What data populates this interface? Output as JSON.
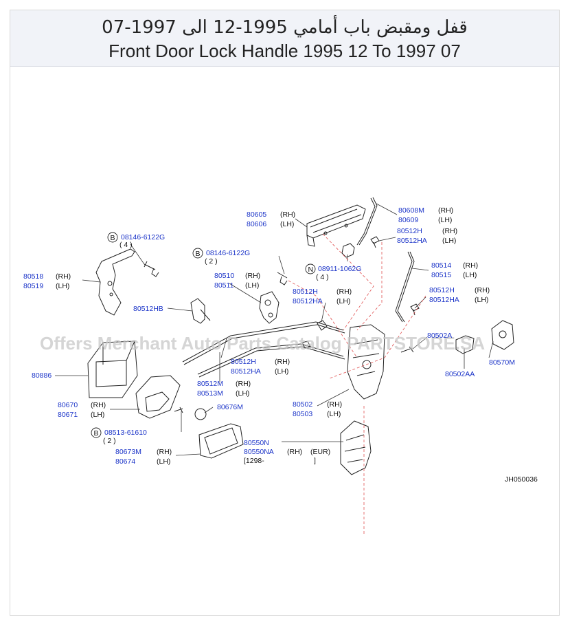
{
  "header": {
    "title_ar": "قفل ومقبض باب أمامي 1995-12 الى 1997-07",
    "title_en": "Front Door Lock Handle 1995 12 To 1997 07"
  },
  "watermark": "Offers Merchant Auto Parts Catalog PARTSTORE.SA",
  "diagram_code": "JH050036",
  "colors": {
    "part_number": "#1a33c8",
    "text": "#111111",
    "leader_dashed": "#e05050"
  },
  "labels": {
    "p80605": "80605",
    "p80606": "80606",
    "rh_80605": "(RH)",
    "lh_80606": "(LH)",
    "p80608M": "80608M",
    "p80609": "80609",
    "rh_80608M": "(RH)",
    "lh_80609": "(LH)",
    "p80512H_a": "80512H",
    "p80512HA_a": "80512HA",
    "rh_a": "(RH)",
    "lh_a": "(LH)",
    "b1_circle": "B",
    "p08146_1": "08146-6122G",
    "q_08146_1": "( 4 )",
    "b2_circle": "B",
    "p08146_2": "08146-6122G",
    "q_08146_2": "( 2 )",
    "n_circle": "N",
    "p08911": "08911-1062G",
    "q_08911": "( 4 )",
    "p80514": "80514",
    "p80515": "80515",
    "rh_80514": "(RH)",
    "lh_80515": "(LH)",
    "p80518": "80518",
    "p80519": "80519",
    "rh_80518": "(RH)",
    "lh_80519": "(LH)",
    "p80510": "80510",
    "p80511": "80511",
    "rh_80510": "(RH)",
    "lh_80511": "(LH)",
    "p80512H_b": "80512H",
    "p80512HA_b": "80512HA",
    "rh_b": "(RH)",
    "lh_b": "(LH)",
    "p80512H_c": "80512H",
    "p80512HA_c": "80512HA",
    "rh_c": "(RH)",
    "lh_c": "(LH)",
    "p80512HB": "80512HB",
    "p80502A": "80502A",
    "p80570M": "80570M",
    "p80502AA": "80502AA",
    "p80512H_d": "80512H",
    "p80512HA_d": "80512HA",
    "rh_d": "(RH)",
    "lh_d": "(LH)",
    "p80886": "80886",
    "p80512M": "80512M",
    "p80513M": "80513M",
    "rh_80512M": "(RH)",
    "lh_80513M": "(LH)",
    "p80502": "80502",
    "p80503": "80503",
    "rh_80502": "(RH)",
    "lh_80503": "(LH)",
    "p80670": "80670",
    "p80671": "80671",
    "rh_80670": "(RH)",
    "lh_80671": "(LH)",
    "p80676M": "80676M",
    "b3_circle": "B",
    "p08513": "08513-61610",
    "q_08513": "( 2 )",
    "p80550N": "80550N",
    "p80550NA": "80550NA",
    "rh_80550": "(RH)",
    "eur_80550": "(EUR)",
    "range_start": "[1298-",
    "range_end": "]",
    "p80673M": "80673M",
    "p80674": "80674",
    "rh_80673M": "(RH)",
    "lh_80674": "(LH)"
  }
}
